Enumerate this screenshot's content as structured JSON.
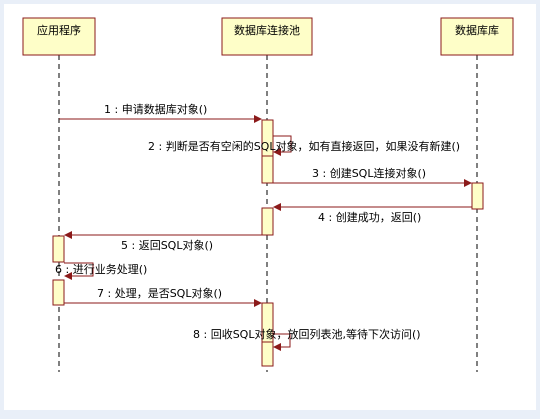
{
  "participants": [
    {
      "id": "app",
      "name": "应用程序"
    },
    {
      "id": "pool",
      "name": "数据库连接池"
    },
    {
      "id": "db",
      "name": "数据库库"
    }
  ],
  "messages": [
    {
      "label": "1 : 申请数据库对象()"
    },
    {
      "label": "2 : 判断是否有空闲的SQL对象，如有直接返回，如果没有新建()"
    },
    {
      "label": "3 : 创建SQL连接对象()"
    },
    {
      "label": "4 : 创建成功，返回()"
    },
    {
      "label": "5 : 返回SQL对象()"
    },
    {
      "label": "6 : 进行业务处理()"
    },
    {
      "label": "7 : 处理，是否SQL对象()"
    },
    {
      "label": "8 : 回收SQL对象，放回列表池,等待下次访问()"
    }
  ],
  "colors": {
    "box_fill": "#fefec8",
    "box_stroke": "#8b1a1a",
    "arrow": "#8b1a1a",
    "frame": "#e9eff8"
  }
}
